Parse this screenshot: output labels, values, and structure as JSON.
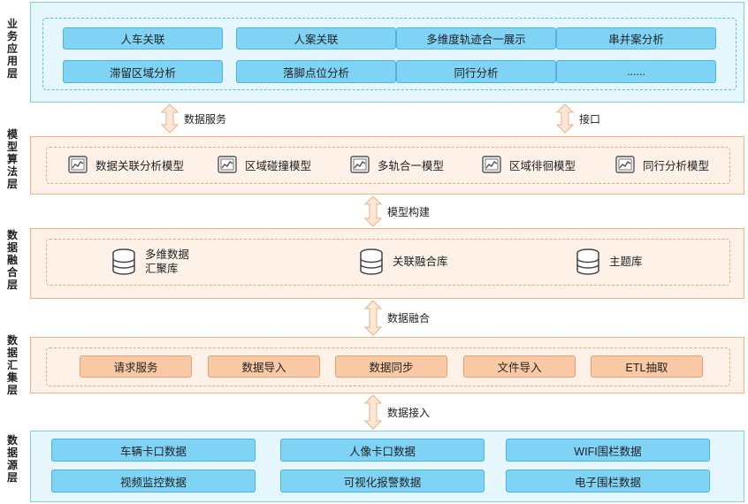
{
  "layers": {
    "app": {
      "label": "业务应用层",
      "row1": [
        "人车关联",
        "人案关联",
        "多维度轨迹合一展示",
        "串并案分析"
      ],
      "row2": [
        "滞留区域分析",
        "落脚点位分析",
        "同行分析",
        "......"
      ]
    },
    "model": {
      "label": "模型算法层",
      "items": [
        "数据关联分析模型",
        "区域碰撞模型",
        "多轨合一模型",
        "区域徘徊模型",
        "同行分析模型"
      ],
      "icon": "chart-icon"
    },
    "fusion": {
      "label": "数据融合层",
      "items": [
        "多维数据\n汇聚库",
        "关联融合库",
        "主题库"
      ],
      "icon": "database-icon"
    },
    "collect": {
      "label": "数据汇集层",
      "items": [
        "请求服务",
        "数据导入",
        "数据同步",
        "文件导入",
        "ETL抽取"
      ]
    },
    "source": {
      "label": "数据源层",
      "row1": [
        "车辆卡口数据",
        "人像卡口数据",
        "WIFI围栏数据"
      ],
      "row2": [
        "视频监控数据",
        "可视化报警数据",
        "电子围栏数据"
      ]
    }
  },
  "connectors": {
    "app_model_left": "数据服务",
    "app_model_right": "接口",
    "model_fusion": "模型构建",
    "fusion_collect": "数据融合",
    "collect_source": "数据接入"
  },
  "colors": {
    "app_bg": "#e6f6fd",
    "app_border": "#7fcfee",
    "mid_bg": "#fdf1e8",
    "mid_border": "#f2b38a",
    "arrow_fill": "#fde7d6",
    "arrow_stroke": "#f0b088"
  }
}
